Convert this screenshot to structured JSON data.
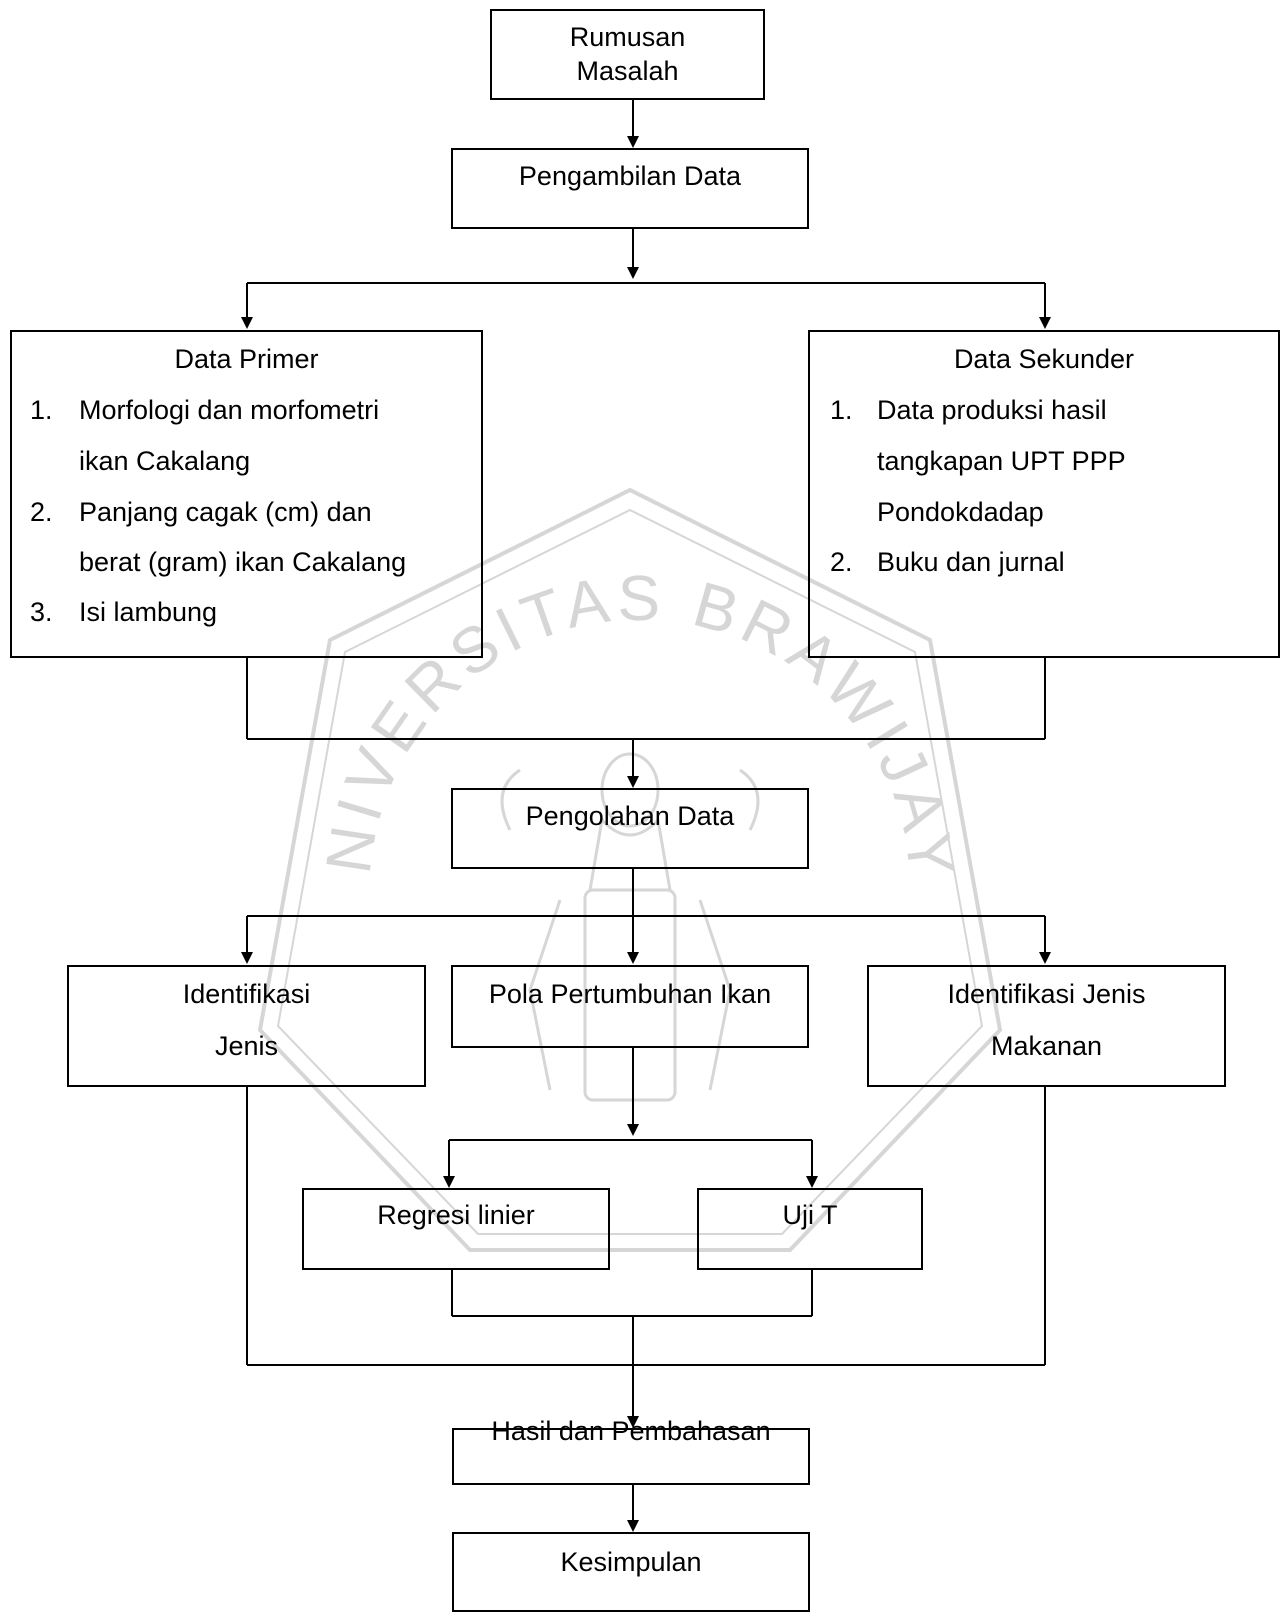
{
  "nodes": {
    "rumusan": [
      "Rumusan",
      "Masalah"
    ],
    "pengambilan": "Pengambilan Data",
    "primer": {
      "title": "Data Primer",
      "items": [
        {
          "num": "1.",
          "lines": [
            "Morfologi dan morfometri",
            "ikan Cakalang"
          ]
        },
        {
          "num": "2.",
          "lines": [
            "Panjang cagak (cm) dan",
            "berat (gram) ikan Cakalang"
          ]
        },
        {
          "num": "3.",
          "lines": [
            "Isi lambung"
          ]
        }
      ]
    },
    "sekunder": {
      "title": "Data Sekunder",
      "items": [
        {
          "num": "1.",
          "lines": [
            "Data produksi hasil",
            "tangkapan UPT PPP",
            "Pondokdadap"
          ]
        },
        {
          "num": "2.",
          "lines": [
            "Buku dan jurnal"
          ]
        }
      ]
    },
    "pengolahan": "Pengolahan Data",
    "identifikasi": [
      "Identifikasi",
      "Jenis"
    ],
    "pola": "Pola Pertumbuhan Ikan",
    "makanan": [
      "Identifikasi Jenis",
      "Makanan"
    ],
    "regresi": "Regresi linier",
    "ujit": "Uji T",
    "hasil": "Hasil dan Pembahasan",
    "kesimpulan": "Kesimpulan"
  },
  "watermark": "UNIVERSITAS BRAWIJAYA",
  "colors": {
    "line": "#000000",
    "watermark": "#d6d6d6"
  }
}
